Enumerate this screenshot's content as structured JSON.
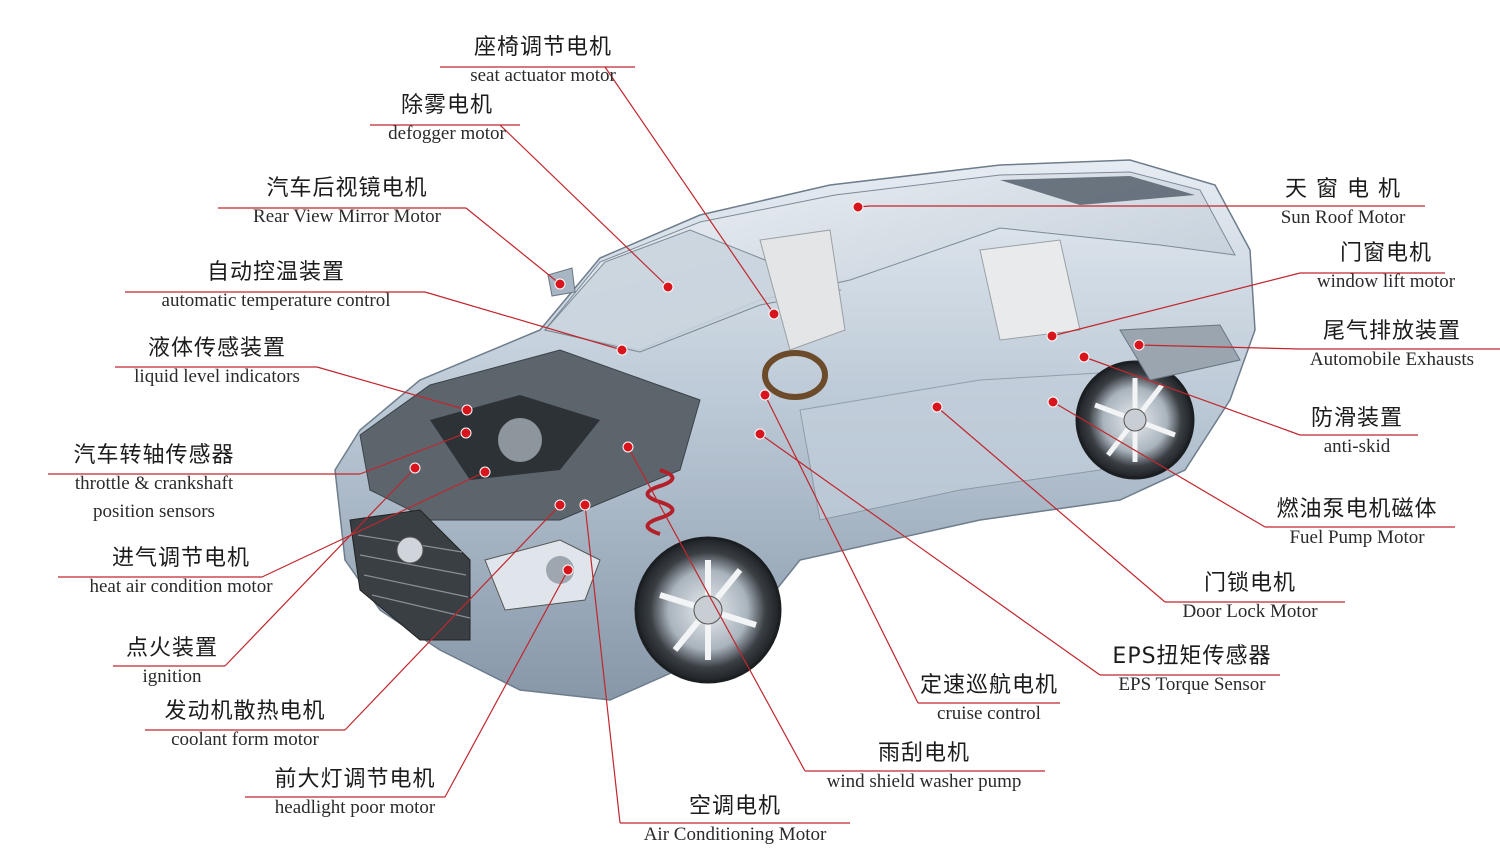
{
  "colors": {
    "leader": "#c0272d",
    "dot": "#d8141c",
    "body": "#b8c6d4",
    "glass": "#d5dde5"
  },
  "components": [
    {
      "id": "seat",
      "zh": "座椅调节电机",
      "en": [
        "seat actuator motor"
      ]
    },
    {
      "id": "defog",
      "zh": "除雾电机",
      "en": [
        "defogger motor"
      ]
    },
    {
      "id": "mirror",
      "zh": "汽车后视镜电机",
      "en": [
        "Rear View Mirror Motor"
      ]
    },
    {
      "id": "temp",
      "zh": "自动控温装置",
      "en": [
        "automatic temperature control"
      ]
    },
    {
      "id": "liquid",
      "zh": "液体传感装置",
      "en": [
        "liquid level indicators"
      ]
    },
    {
      "id": "throttle",
      "zh": "汽车转轴传感器",
      "en": [
        "throttle & crankshaft",
        "position sensors"
      ]
    },
    {
      "id": "heatair",
      "zh": "进气调节电机",
      "en": [
        "heat air condition motor"
      ]
    },
    {
      "id": "ignition",
      "zh": "点火装置",
      "en": [
        "ignition"
      ]
    },
    {
      "id": "coolant",
      "zh": "发动机散热电机",
      "en": [
        "coolant form motor"
      ]
    },
    {
      "id": "headlight",
      "zh": "前大灯调节电机",
      "en": [
        "headlight poor motor"
      ]
    },
    {
      "id": "aircon",
      "zh": "空调电机",
      "en": [
        "Air Conditioning Motor"
      ]
    },
    {
      "id": "wiper",
      "zh": "雨刮电机",
      "en": [
        "wind shield washer pump"
      ]
    },
    {
      "id": "cruise",
      "zh": "定速巡航电机",
      "en": [
        "cruise control"
      ]
    },
    {
      "id": "eps",
      "zh": "EPS扭矩传感器",
      "en": [
        "EPS Torque Sensor"
      ]
    },
    {
      "id": "doorlock",
      "zh": "门锁电机",
      "en": [
        "Door Lock Motor"
      ]
    },
    {
      "id": "fuelpump",
      "zh": "燃油泵电机磁体",
      "en": [
        "Fuel Pump Motor"
      ]
    },
    {
      "id": "antiskid",
      "zh": "防滑装置",
      "en": [
        "anti-skid"
      ]
    },
    {
      "id": "exhaust",
      "zh": "尾气排放装置",
      "en": [
        "Automobile Exhausts"
      ]
    },
    {
      "id": "window",
      "zh": "门窗电机",
      "en": [
        "window lift motor"
      ]
    },
    {
      "id": "sunroof",
      "zh": "天 窗 电 机",
      "en": [
        "Sun Roof  Motor"
      ]
    }
  ]
}
